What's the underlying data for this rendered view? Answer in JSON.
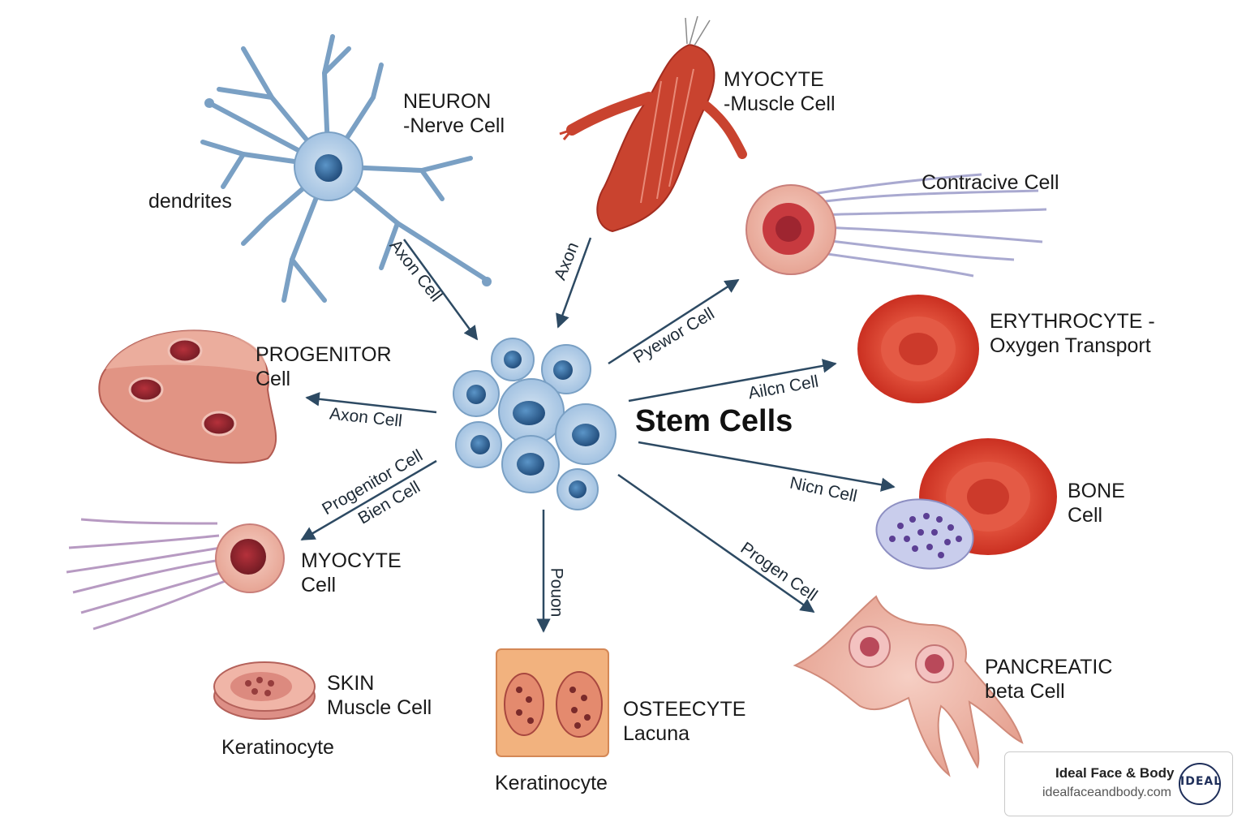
{
  "center": {
    "title": "Stem Cells"
  },
  "cells": {
    "neuron": {
      "line1": "NEURON",
      "line2": "-Nerve Cell",
      "part": "dendrites"
    },
    "myocyte_top": {
      "line1": "MYOCYTE",
      "line2": "-Muscle Cell"
    },
    "contractive": {
      "line1": "Contracive Cell"
    },
    "erythrocyte": {
      "line1": "ERYTHROCYTE -",
      "line2": "Oxygen Transport"
    },
    "bone": {
      "line1": "BONE",
      "line2": "Cell"
    },
    "pancreatic": {
      "line1": "PANCREATIC",
      "line2": "beta Cell"
    },
    "osteocyte": {
      "line1": "OSTEECYTE",
      "line2": "Lacuna",
      "caption": "Keratinocyte"
    },
    "skin": {
      "line1": "SKIN",
      "line2": "Muscle Cell",
      "caption": "Keratinocyte"
    },
    "myocyte_left": {
      "line1": "MYOCYTE",
      "line2": "Cell"
    },
    "progenitor": {
      "line1": "PROGENITOR",
      "line2": "Cell"
    }
  },
  "arrows": {
    "neuron": "Axon Cell",
    "myocyte": "Axon",
    "contractive": "Pyewor Cell",
    "erythrocyte": "Ailcn Cell",
    "bone": "Nicn Cell",
    "pancreatic": "Progen Cell",
    "keratinocyte": "Pouon",
    "myocyte_left_1": "Progenitor Cell",
    "myocyte_left_2": "Bien Cell",
    "progenitor": "Axon Cell"
  },
  "badge": {
    "name": "Ideal Face & Body",
    "url": "idealfaceandbody.com",
    "logo_text": "IDEAL"
  },
  "colors": {
    "arrow": "#2d4a63",
    "cell_blue": "#8fb3d6",
    "nucleus_blue": "#3f78b0",
    "muscle_red": "#c8412f",
    "rbc_red": "#d63b2c",
    "skin_pink": "#e9a08f"
  }
}
